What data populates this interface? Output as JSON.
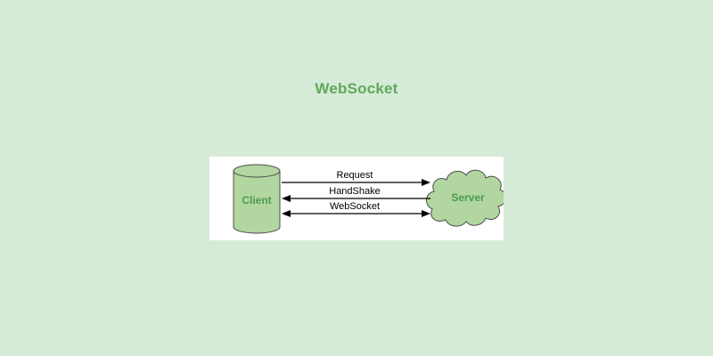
{
  "title": "WebSocket",
  "diagram": {
    "client_label": "Client",
    "server_label": "Server",
    "arrows": [
      {
        "label": "Request",
        "direction": "right"
      },
      {
        "label": "HandShake",
        "direction": "left"
      },
      {
        "label": "WebSocket",
        "direction": "both"
      }
    ]
  },
  "colors": {
    "page_background": "#d6ebd7",
    "panel_background": "#ffffff",
    "shape_fill": "#b1d6a0",
    "shape_stroke": "#4d4d4d",
    "title_green": "#60a85a",
    "label_green": "#4e9a4e",
    "arrow_black": "#000000"
  }
}
